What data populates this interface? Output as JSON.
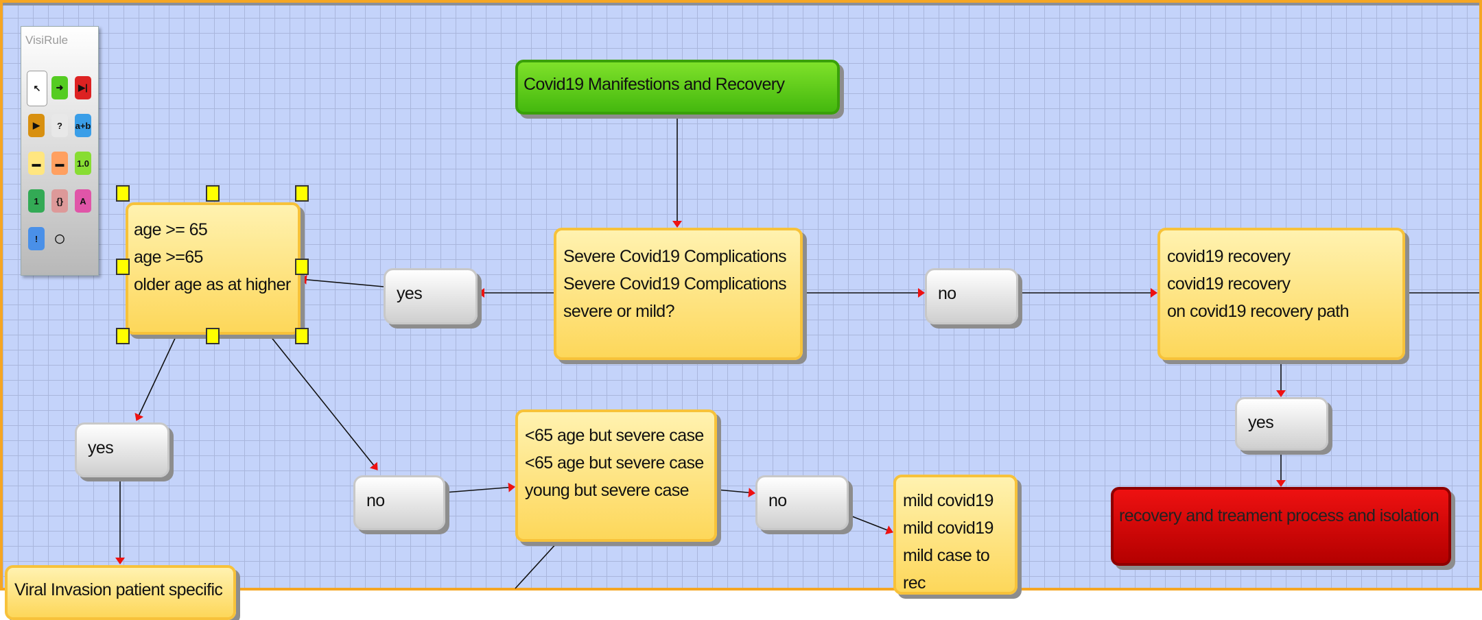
{
  "toolbar": {
    "title": "VisiRule",
    "tools": [
      {
        "icon": "pointer-icon",
        "glyph": "↖",
        "color": "#ffffff"
      },
      {
        "icon": "start-arrow-icon",
        "glyph": "➜",
        "color": "#55cc22"
      },
      {
        "icon": "end-icon",
        "glyph": "▶|",
        "color": "#dd2222"
      },
      {
        "icon": "continue-icon",
        "glyph": "▶",
        "color": "#d89010"
      },
      {
        "icon": "question-icon",
        "glyph": "?",
        "color": "#e8e8e8"
      },
      {
        "icon": "expression-icon",
        "glyph": "a+b",
        "color": "#3a9ee8"
      },
      {
        "icon": "single-choice-icon",
        "glyph": "▬",
        "color": "#ffe680"
      },
      {
        "icon": "multi-choice-icon",
        "glyph": "▬",
        "color": "#ffa060"
      },
      {
        "icon": "number-icon",
        "glyph": "1.0",
        "color": "#88dd33"
      },
      {
        "icon": "integer-icon",
        "glyph": "1",
        "color": "#33aa55"
      },
      {
        "icon": "code-icon",
        "glyph": "{}",
        "color": "#dd9999"
      },
      {
        "icon": "text-icon",
        "glyph": "A",
        "color": "#e055a8"
      },
      {
        "icon": "exclamation-icon",
        "glyph": "!",
        "color": "#4a90e8"
      },
      {
        "icon": "comment-icon",
        "glyph": "◯",
        "color": "transparent"
      }
    ]
  },
  "nodes": {
    "start": "Covid19 Manifestions and Recovery",
    "severe": [
      "Severe Covid19 Complications",
      "Severe Covid19 Complications",
      "severe or mild?"
    ],
    "age": [
      "age >= 65",
      "age >=65",
      "older age as at higher"
    ],
    "recovery": [
      "covid19 recovery",
      "covid19 recovery",
      "on covid19 recovery path"
    ],
    "young": [
      "<65 age but severe case",
      "<65 age but severe case",
      "young but severe case"
    ],
    "mild": [
      "mild covid19",
      "mild covid19",
      "mild case to rec"
    ],
    "viral": "Viral Invasion patient specific",
    "treatment": "recovery and treament process and isolation"
  },
  "answers": {
    "yes_age": "yes",
    "no_recovery": "no",
    "yes_recovery": "yes",
    "yes_viral": "yes",
    "no_young": "no",
    "no_mild": "no"
  },
  "colors": {
    "edge": "#111111",
    "arrow": "#ee1111"
  }
}
